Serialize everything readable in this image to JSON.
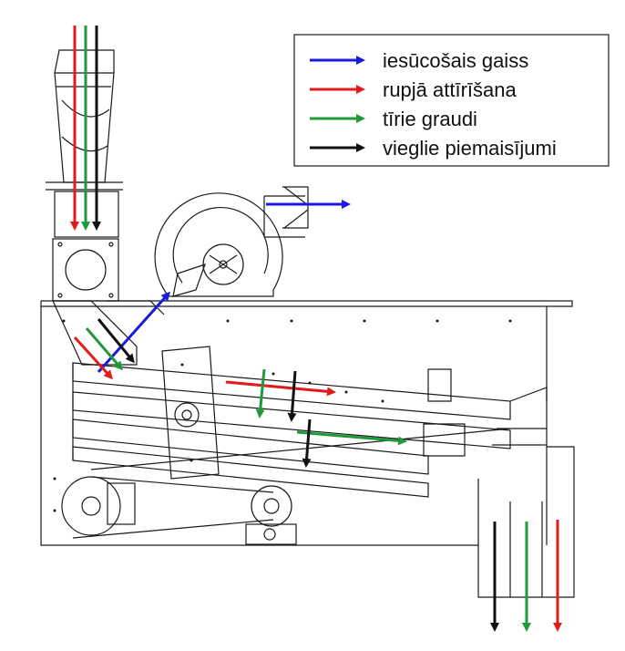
{
  "legend": {
    "items": [
      {
        "label": "iesūcošais gaiss",
        "color": "#1a1adc"
      },
      {
        "label": "rupjā attīrīšana",
        "color": "#e01b1b"
      },
      {
        "label": "tīrie graudi",
        "color": "#1f9a3a"
      },
      {
        "label": "vieglie piemaisījumi",
        "color": "#111111"
      }
    ]
  },
  "colors": {
    "line": "#1a1a1a",
    "background": "#ffffff"
  }
}
